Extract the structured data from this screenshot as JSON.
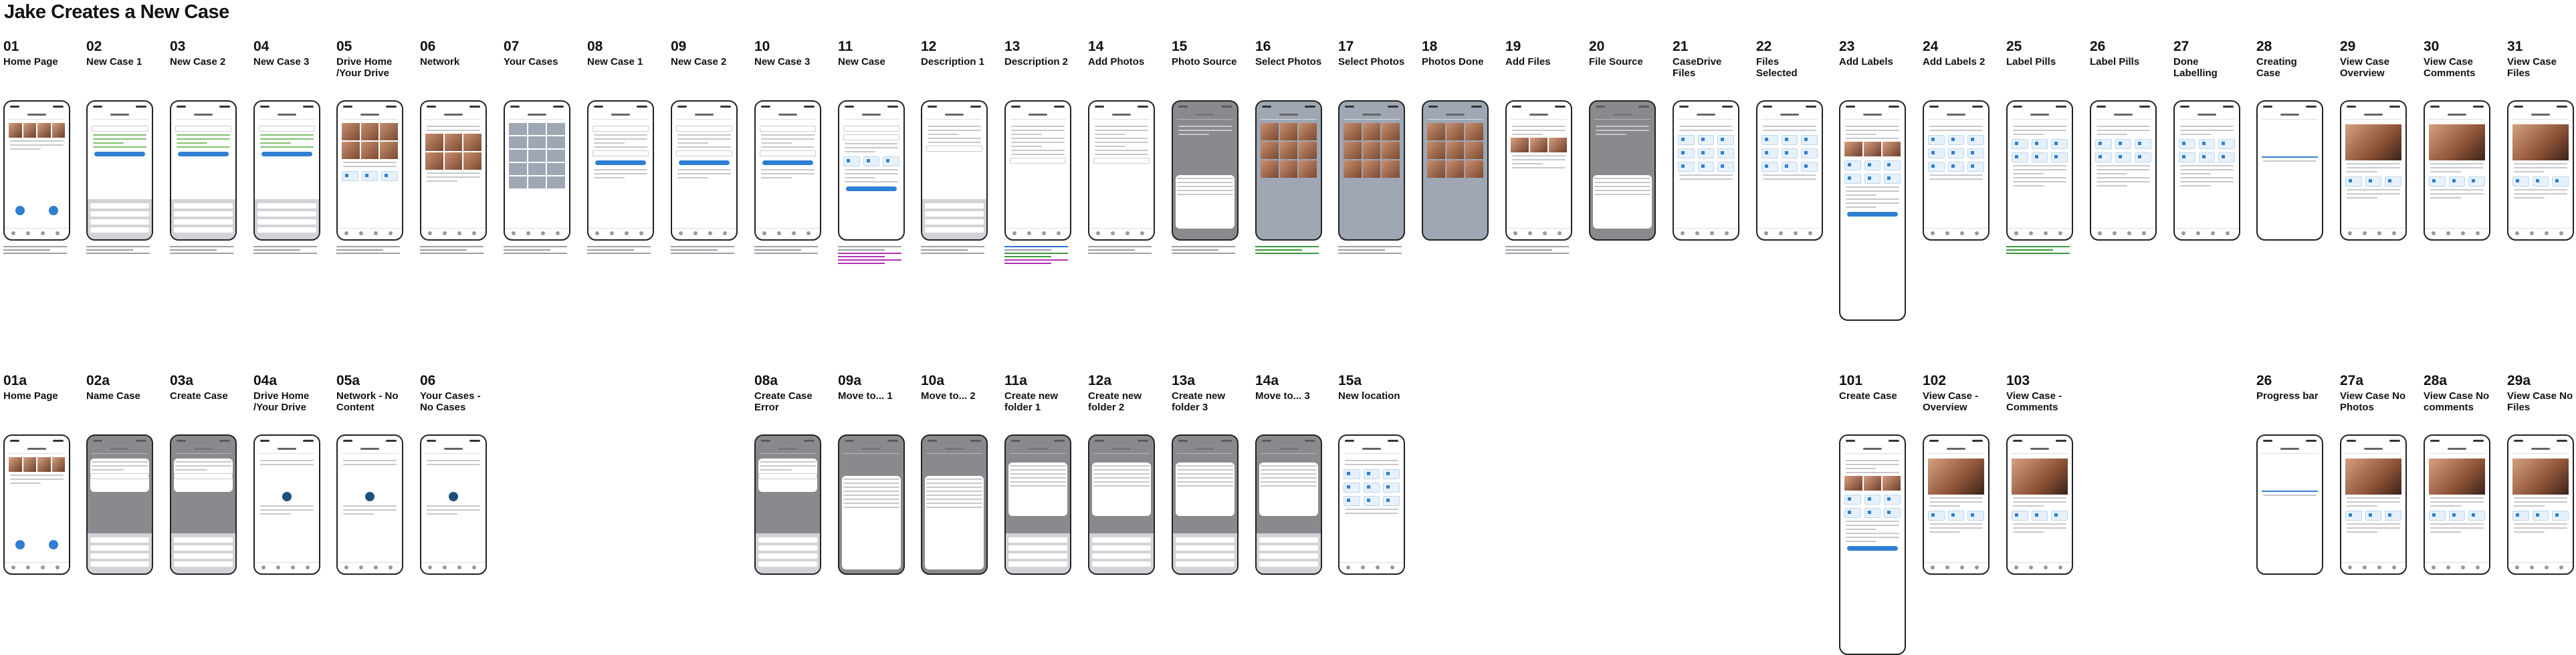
{
  "board": {
    "title": "Jake Creates a New Case"
  },
  "frames_top": [
    {
      "num": "01",
      "title": "Home Page",
      "screen": "home",
      "note": "n1"
    },
    {
      "num": "02",
      "title": "New Case 1",
      "screen": "form-kb",
      "note": "n2"
    },
    {
      "num": "03",
      "title": "New Case 2",
      "screen": "form-kb",
      "note": "n3"
    },
    {
      "num": "04",
      "title": "New Case 3",
      "screen": "form-kb",
      "note": "n4"
    },
    {
      "num": "05",
      "title": "Drive Home /Your Drive",
      "screen": "drive",
      "note": "n5"
    },
    {
      "num": "06",
      "title": "Network",
      "screen": "network",
      "note": "n6"
    },
    {
      "num": "07",
      "title": "Your Cases",
      "screen": "cases-grey",
      "note": "n7"
    },
    {
      "num": "08",
      "title": "New Case 1",
      "screen": "form",
      "note": "n8"
    },
    {
      "num": "09",
      "title": "New Case 2",
      "screen": "form",
      "note": "n9"
    },
    {
      "num": "10",
      "title": "New Case 3",
      "screen": "form",
      "note": "n10"
    },
    {
      "num": "11",
      "title": "New Case",
      "screen": "newcase",
      "note": "n11"
    },
    {
      "num": "12",
      "title": "Description 1",
      "screen": "desc-kb",
      "note": "n12"
    },
    {
      "num": "13",
      "title": "Description 2",
      "screen": "desc",
      "note": "n13"
    },
    {
      "num": "14",
      "title": "Add Photos",
      "screen": "desc",
      "note": "n14"
    },
    {
      "num": "15",
      "title": "Photo Source",
      "screen": "sheet",
      "note": "n15"
    },
    {
      "num": "16",
      "title": "Select Photos",
      "screen": "photos-select",
      "note": "n16"
    },
    {
      "num": "17",
      "title": "Select Photos",
      "screen": "photos-select",
      "note": "n17"
    },
    {
      "num": "18",
      "title": "Photos Done",
      "screen": "photos-select",
      "note": ""
    },
    {
      "num": "19",
      "title": "Add Files",
      "screen": "addfiles",
      "note": "n19"
    },
    {
      "num": "20",
      "title": "File Source",
      "screen": "sheet",
      "note": ""
    },
    {
      "num": "21",
      "title": "CaseDrive Files",
      "screen": "tiles",
      "note": ""
    },
    {
      "num": "22",
      "title": "Files Selected",
      "screen": "tiles",
      "note": ""
    },
    {
      "num": "23",
      "title": "Add Labels",
      "screen": "labels-tall",
      "note": ""
    },
    {
      "num": "24",
      "title": "Add Labels 2",
      "screen": "tiles",
      "note": ""
    },
    {
      "num": "25",
      "title": "Label Pills",
      "screen": "pills",
      "note": "n25"
    },
    {
      "num": "26",
      "title": "Label Pills",
      "screen": "pills",
      "note": ""
    },
    {
      "num": "27",
      "title": "Done Labelling",
      "screen": "pills",
      "note": ""
    },
    {
      "num": "28",
      "title": "Creating Case",
      "screen": "creating",
      "note": ""
    },
    {
      "num": "29",
      "title": "View Case Overview",
      "screen": "overview",
      "note": ""
    },
    {
      "num": "30",
      "title": "View Case Comments",
      "screen": "overview",
      "note": ""
    },
    {
      "num": "31",
      "title": "View Case Files",
      "screen": "overview",
      "note": ""
    }
  ],
  "frames_bottom": [
    {
      "num": "01a",
      "title": "Home Page",
      "screen": "home"
    },
    {
      "num": "02a",
      "title": "Name Case",
      "screen": "dialog-kb"
    },
    {
      "num": "03a",
      "title": "Create Case",
      "screen": "dialog-kb"
    },
    {
      "num": "04a",
      "title": "Drive Home /Your Drive",
      "screen": "empty"
    },
    {
      "num": "05a",
      "title": "Network - No Content",
      "screen": "empty"
    },
    {
      "num": "06",
      "title": "Your Cases - No Cases",
      "screen": "empty"
    },
    {
      "num": "08a",
      "title": "Create Case Error",
      "screen": "dialog-kb"
    },
    {
      "num": "09a",
      "title": "Move to... 1",
      "screen": "move"
    },
    {
      "num": "10a",
      "title": "Move to... 2",
      "screen": "move"
    },
    {
      "num": "11a",
      "title": "Create new folder 1",
      "screen": "move-kb"
    },
    {
      "num": "12a",
      "title": "Create new folder 2",
      "screen": "move-kb"
    },
    {
      "num": "13a",
      "title": "Create new folder 3",
      "screen": "move-kb"
    },
    {
      "num": "14a",
      "title": "Move to... 3",
      "screen": "move-kb"
    },
    {
      "num": "15a",
      "title": "New location",
      "screen": "tiles"
    },
    {
      "num": "101",
      "title": "Create Case",
      "screen": "labels-tall"
    },
    {
      "num": "102",
      "title": "View Case - Overview",
      "screen": "overview"
    },
    {
      "num": "103",
      "title": "View Case - Comments",
      "screen": "overview"
    },
    {
      "num": "26",
      "title": "Progress bar",
      "screen": "creating"
    },
    {
      "num": "27a",
      "title": "View Case No Photos",
      "screen": "overview"
    },
    {
      "num": "28a",
      "title": "View Case No comments",
      "screen": "overview"
    },
    {
      "num": "29a",
      "title": "View Case No Files",
      "screen": "overview"
    }
  ],
  "colors": {
    "accent": "#2f7fd3",
    "note_green": "#3a9a3a",
    "note_purple": "#b233b2",
    "note_blue": "#2f6fd0"
  }
}
